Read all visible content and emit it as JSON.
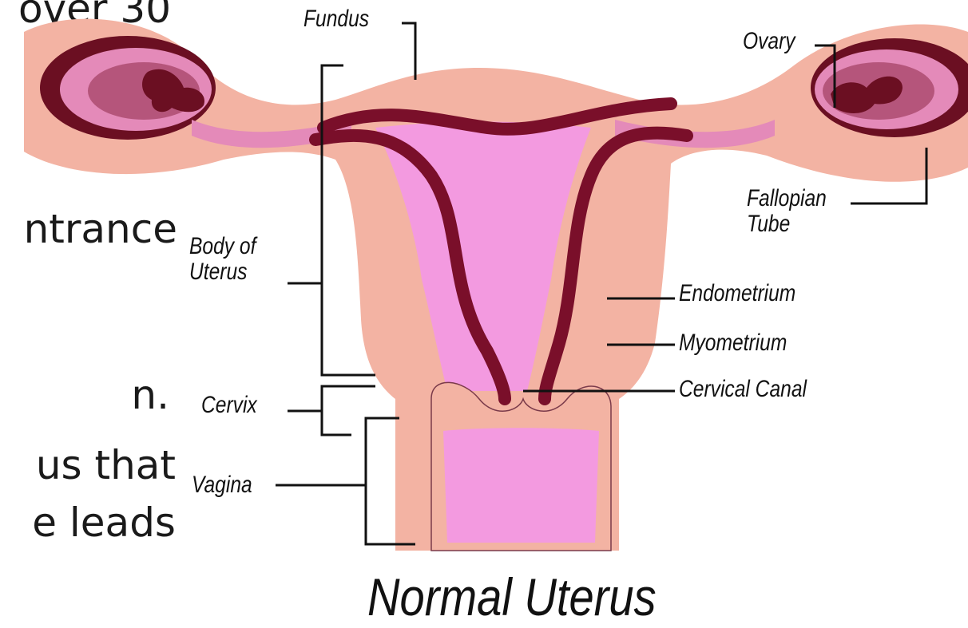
{
  "slide_text": {
    "fragment_1": "over 30",
    "fragment_2": "ntrance",
    "fragment_3": "n.",
    "fragment_4": "us that",
    "fragment_5": "e leads"
  },
  "diagram": {
    "title": "Normal Uterus",
    "labels": {
      "fundus": "Fundus",
      "ovary": "Ovary",
      "fallopian_tube": "Fallopian Tube",
      "body_of_uterus": "Body of Uterus",
      "endometrium": "Endometrium",
      "myometrium": "Myometrium",
      "cervical_canal": "Cervical Canal",
      "cervix": "Cervix",
      "vagina": "Vagina"
    }
  },
  "colors": {
    "outer_tissue": "#f3b3a3",
    "cavity": "#f39ae0",
    "endometrium": "#7a0f2a",
    "ovary": "#b5557b",
    "ovary_core": "#6b0f22",
    "leader_line": "#111111"
  }
}
